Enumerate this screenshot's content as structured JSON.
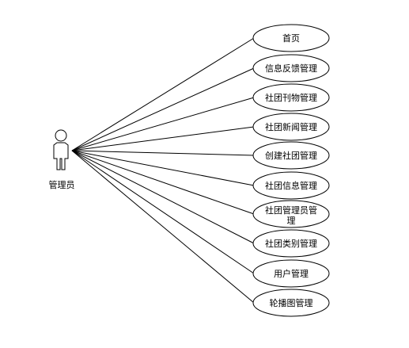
{
  "diagram": {
    "actor": {
      "label": "管理员",
      "icon": "stick-figure-actor-icon"
    },
    "use_cases": [
      {
        "label": "首页"
      },
      {
        "label": "信息反馈管理"
      },
      {
        "label": "社团刊物管理"
      },
      {
        "label": "社团新闻管理"
      },
      {
        "label": "创建社团管理"
      },
      {
        "label": "社团信息管理"
      },
      {
        "label": "社团管理员管",
        "label2": "理"
      },
      {
        "label": "社团类别管理"
      },
      {
        "label": "用户管理"
      },
      {
        "label": "轮播图管理"
      }
    ],
    "colors": {
      "stroke": "#000000",
      "fill": "#ffffff",
      "text": "#000000"
    }
  }
}
